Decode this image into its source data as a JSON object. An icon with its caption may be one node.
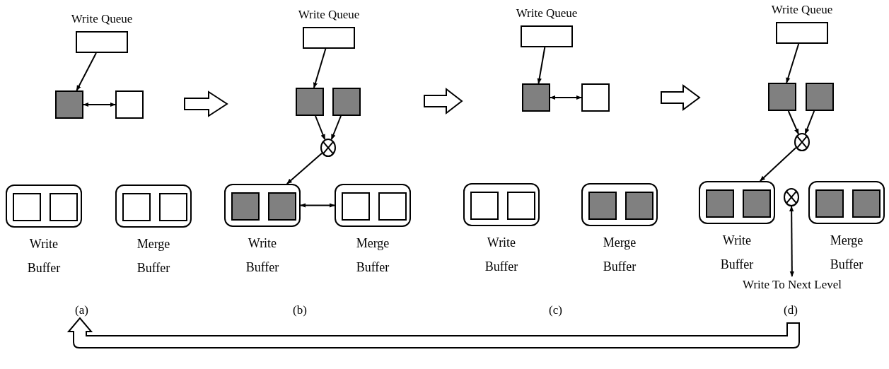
{
  "diagram": {
    "nodes": [
      {
        "text": [
          "Write Queue"
        ]
      },
      {
        "text": [],
        "shape": "box"
      },
      {
        "text": [],
        "shape": "box"
      },
      {
        "text": [
          "Write Buffer"
        ]
      },
      {
        "text": [],
        "shape": "box",
        "in": 3
      },
      {
        "text": [],
        "shape": "box",
        "in": 3
      },
      {
        "text": [
          "Merge Buffer"
        ]
      },
      {
        "text": [],
        "shape": "box",
        "in": 6
      },
      {
        "text": [],
        "shape": "box",
        "in": 6
      },
      {
        "text": [
          "Write Queue"
        ]
      },
      {
        "text": [],
        "shape": "box"
      },
      {
        "text": [],
        "shape": "box"
      },
      {
        "text": [],
        "shape": "circle"
      },
      {
        "text": [
          "Write Buffer"
        ]
      },
      {
        "text": [],
        "shape": "box",
        "in": 13
      },
      {
        "text": [],
        "shape": "box",
        "in": 13
      },
      {
        "text": [
          "Merge Buffer"
        ]
      },
      {
        "text": [],
        "shape": "box",
        "in": 16
      },
      {
        "text": [],
        "shape": "box",
        "in": 16
      },
      {
        "text": [
          "Write Queue"
        ]
      },
      {
        "text": [],
        "shape": "box"
      },
      {
        "text": [],
        "shape": "box"
      },
      {
        "text": [
          "Write Buffer"
        ]
      },
      {
        "text": [],
        "shape": "box",
        "in": 22
      },
      {
        "text": [],
        "shape": "box",
        "in": 22
      },
      {
        "text": [
          "Merge Buffer"
        ]
      },
      {
        "text": [],
        "shape": "box",
        "in": 25
      },
      {
        "text": [],
        "shape": "box",
        "in": 25
      },
      {
        "text": [
          "Write Queue"
        ]
      },
      {
        "text": [],
        "shape": "box"
      },
      {
        "text": [],
        "shape": "box"
      },
      {
        "text": [],
        "shape": "circle"
      },
      {
        "text": [
          "Write Buffer"
        ]
      },
      {
        "text": [],
        "shape": "box",
        "in": 32
      },
      {
        "text": [],
        "shape": "box",
        "in": 32
      },
      {
        "text": [],
        "shape": "circle"
      },
      {
        "text": [
          "Merge Buffer"
        ]
      },
      {
        "text": [],
        "shape": "box",
        "in": 36
      },
      {
        "text": [],
        "shape": "box",
        "in": 36
      },
      {
        "text": [
          "Write To Next Level"
        ]
      }
    ],
    "edges": [
      {
        "from": 0,
        "to": 1,
        "arrow": "to"
      },
      {
        "from": 1,
        "to": 2,
        "arrow": "both"
      },
      {
        "from": 9,
        "to": 10,
        "arrow": "to"
      },
      {
        "from": 10,
        "to": 12,
        "arrow": "to"
      },
      {
        "from": 11,
        "to": 12,
        "arrow": "to"
      },
      {
        "from": 12,
        "to": 13,
        "arrow": "to"
      },
      {
        "from": 13,
        "to": 16,
        "arrow": "both"
      },
      {
        "from": 19,
        "to": 20,
        "arrow": "to"
      },
      {
        "from": 20,
        "to": 21,
        "arrow": "both"
      },
      {
        "from": 28,
        "to": 29,
        "arrow": "to"
      },
      {
        "from": 29,
        "to": 31,
        "arrow": "to"
      },
      {
        "from": 30,
        "to": 31,
        "arrow": "to"
      },
      {
        "from": 31,
        "to": 32,
        "arrow": "to"
      },
      {
        "from": 35,
        "to": 39,
        "arrow": "both"
      }
    ],
    "labels": [
      "(a)",
      "(b)",
      "(c)",
      "(d)"
    ]
  }
}
